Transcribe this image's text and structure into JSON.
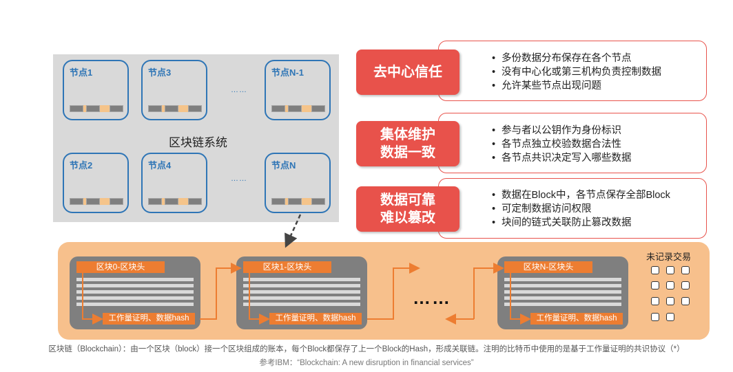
{
  "network": {
    "system_label": "区块链系统",
    "nodes": [
      "节点1",
      "节点3",
      "节点N-1",
      "节点2",
      "节点4",
      "节点N"
    ],
    "ellipsis": "……"
  },
  "features": [
    {
      "title": "去中心信任",
      "points": [
        "多份数据分布保存在各个节点",
        "没有中心化或第三机构负责控制数据",
        "允许某些节点出现问题"
      ]
    },
    {
      "title": "集体维护\n数据一致",
      "points": [
        "参与者以公钥作为身份标识",
        "各节点独立校验数据合法性",
        "各节点共识决定写入哪些数据"
      ]
    },
    {
      "title": "数据可靠\n难以篡改",
      "points": [
        "数据在Block中，各节点保存全部Block",
        "可定制数据访问权限",
        "块间的链式关联防止篡改数据"
      ]
    }
  ],
  "chain": {
    "blocks": [
      {
        "header": "区块0-区块头",
        "proof": "工作量证明、数据hash"
      },
      {
        "header": "区块1-区块头",
        "proof": "工作量证明、数据hash"
      },
      {
        "header": "区块N-区块头",
        "proof": "工作量证明、数据hash"
      }
    ],
    "ellipsis": "……",
    "unrecorded_label": "未记录交易"
  },
  "caption": "区块链（Blockchain）：由一个区块（block）接一个区块组成的账本，每个Block都保存了上一个Block的Hash，形成关联链。注明的比特币中使用的是基于工作量证明的共识协议（*）",
  "reference": "参考IBM：“Blockchain: A new disruption in financial services”",
  "colors": {
    "accent_red": "#e8524b",
    "node_blue": "#2e75b6",
    "orange": "#ed7d31",
    "band": "#f7c08c"
  }
}
